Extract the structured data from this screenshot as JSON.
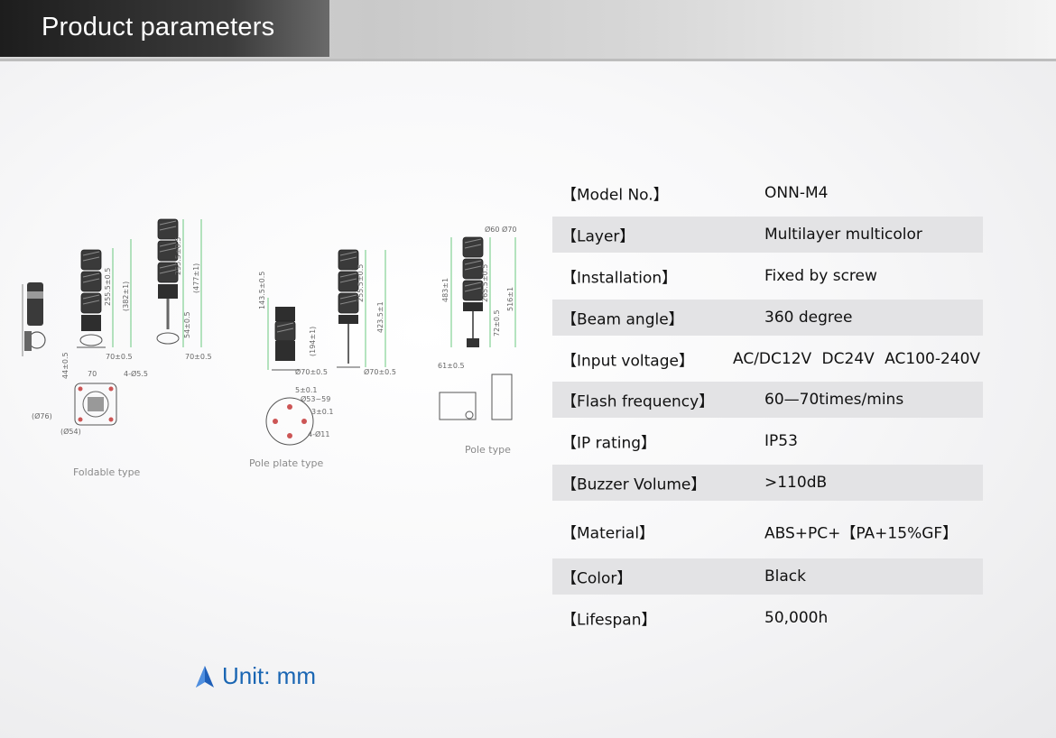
{
  "header": {
    "title": "Product parameters"
  },
  "params": [
    {
      "label": "【Model No.】",
      "value": "ONN-M4"
    },
    {
      "label": "【Layer】",
      "value": "Multilayer multicolor"
    },
    {
      "label": "【Installation】",
      "value": "Fixed by screw"
    },
    {
      "label": "【Beam angle】",
      "value": "360 degree"
    },
    {
      "label": "【Input voltage】",
      "value": "AC/DC12V   DC24V   AC100-240V"
    },
    {
      "label": "【Flash frequency】",
      "value": "60—70times/mins"
    },
    {
      "label": "【IP rating】",
      "value": "IP53"
    },
    {
      "label": "【Buzzer Volume】",
      "value": ">110dB"
    },
    {
      "label": "【Material】",
      "value": "ABS+PC+【PA+15%GF】"
    },
    {
      "label": "【Color】",
      "value": "Black"
    },
    {
      "label": "【Lifespan】",
      "value": "50,000h"
    }
  ],
  "unit": {
    "text": "Unit: mm"
  },
  "drawings": {
    "captions": [
      "Foldable type",
      "Pole plate type",
      "Pole type"
    ],
    "dims": {
      "d1": "255.5±0.5",
      "d2": "(382±1)",
      "d3": "255.5±0.5",
      "d4": "(477±1)",
      "d5": "54±0.5",
      "d6": "70±0.5",
      "d7": "70±0.5",
      "d8": "143.5±0.5",
      "d9": "(194±1)",
      "d10": "255.5±0.5",
      "d11": "423.5±1",
      "d12": "Ø70±0.5",
      "d13": "Ø70±0.5",
      "d14": "483±1",
      "d15": "265.5±0.5",
      "d16": "516±1",
      "d17": "72±0.5",
      "d18": "61±0.5",
      "d19": "4-Ø5.5",
      "d20": "(Ø76)",
      "d21": "(Ø54)",
      "d22": "Ø53~59",
      "d23": "4-Ø11",
      "d24": "5±0.1",
      "d25": "3±0.1",
      "d26": "Ø60 Ø70",
      "d27": "70",
      "d28": "44±0.5"
    }
  }
}
